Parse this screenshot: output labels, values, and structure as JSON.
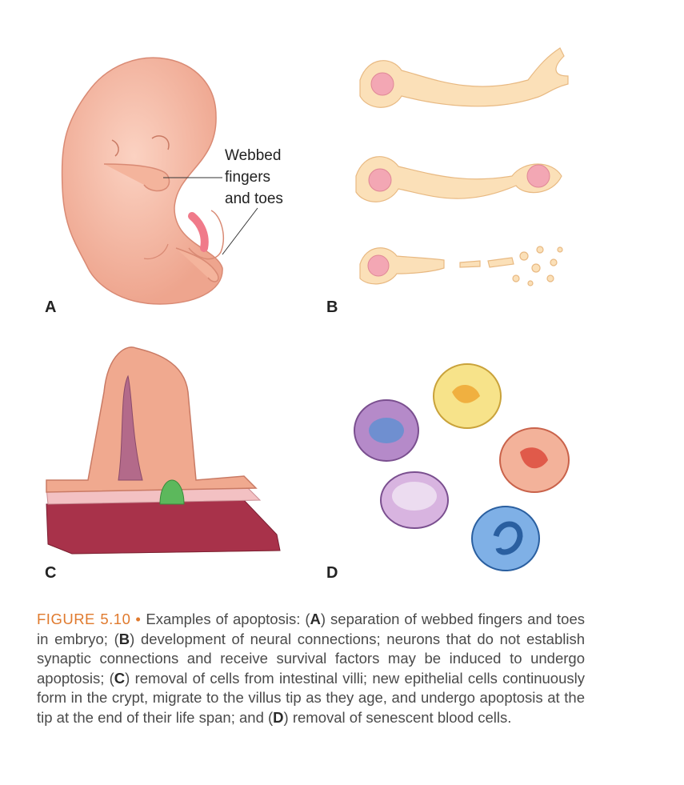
{
  "panels": {
    "a": {
      "letter": "A",
      "callout": [
        "Webbed",
        "fingers",
        "and toes"
      ]
    },
    "b": {
      "letter": "B"
    },
    "c": {
      "letter": "C"
    },
    "d": {
      "letter": "D"
    }
  },
  "caption": {
    "figure_label": "FIGURE 5.10",
    "bullet": "•",
    "segments": [
      {
        "t": " Examples of apoptosis: ("
      },
      {
        "b": "A"
      },
      {
        "t": ") separation of webbed fingers and toes in embryo; ("
      },
      {
        "b": "B"
      },
      {
        "t": ") development of neural connections; neurons that do not establish synaptic connections and receive survival factors may be induced to undergo apoptosis; ("
      },
      {
        "b": "C"
      },
      {
        "t": ") removal of cells from intestinal villi; new epithelial cells continuously form in the crypt, migrate to the villus tip as they age, and undergo apoptosis at the tip at the end of their life span; and ("
      },
      {
        "b": "D"
      },
      {
        "t": ") removal of senescent blood cells."
      }
    ]
  },
  "colors": {
    "embryo": "#f5b9a3",
    "neuron": "#fbe0b8",
    "nucleus": "#f3a7b4",
    "villus": "#f0a98f",
    "tissue": "#a8324a",
    "crypt": "#5cb85c",
    "figure_label": "#e07a2e"
  }
}
